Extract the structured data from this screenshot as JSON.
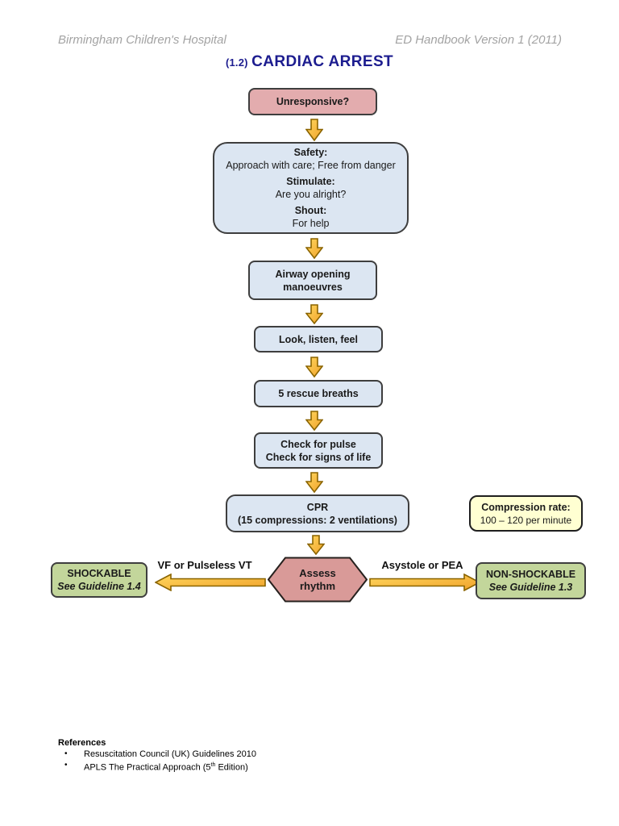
{
  "header": {
    "left": "Birmingham Children's Hospital",
    "right": "ED Handbook Version 1 (2011)"
  },
  "title": {
    "number": "(1.2)",
    "text": "CARDIAC ARREST"
  },
  "flow": {
    "unresponsive": "Unresponsive?",
    "safety": {
      "s1_label": "Safety:",
      "s1_text": "Approach with care; Free from danger",
      "s2_label": "Stimulate:",
      "s2_text": "Are you alright?",
      "s3_label": "Shout:",
      "s3_text": "For help"
    },
    "airway_line1": "Airway opening",
    "airway_line2": "manoeuvres",
    "look_listen_feel": "Look, listen, feel",
    "rescue_breaths": "5 rescue breaths",
    "pulse_line1": "Check for pulse",
    "pulse_line2": "Check for signs of life",
    "cpr_line1": "CPR",
    "cpr_line2": "(15 compressions: 2 ventilations)",
    "compression": {
      "label": "Compression rate:",
      "value": "100 – 120 per minute"
    },
    "assess_line1": "Assess",
    "assess_line2": "rhythm",
    "left_branch_label": "VF or Pulseless VT",
    "right_branch_label": "Asystole or PEA",
    "shockable": {
      "title": "SHOCKABLE",
      "subtitle": "See Guideline 1.4"
    },
    "non_shockable": {
      "title": "NON-SHOCKABLE",
      "subtitle": "See Guideline 1.3"
    }
  },
  "references": {
    "heading": "References",
    "bullet": "•",
    "item1": "Resuscitation Council (UK) Guidelines 2010",
    "item2_pre": "APLS The Practical Approach (5",
    "item2_sup": "th",
    "item2_post": " Edition)"
  },
  "colors": {
    "title_navy": "#1c1c8f",
    "header_gray": "#a3a3a3",
    "box_blue": "#dce6f2",
    "box_pink": "#e3acae",
    "hexagon_pink": "#d99a98",
    "box_green": "#c3d69b",
    "box_yellow": "#ffffd2",
    "arrow_gold": "#f6b02f",
    "arrow_outline": "#8a6400"
  }
}
